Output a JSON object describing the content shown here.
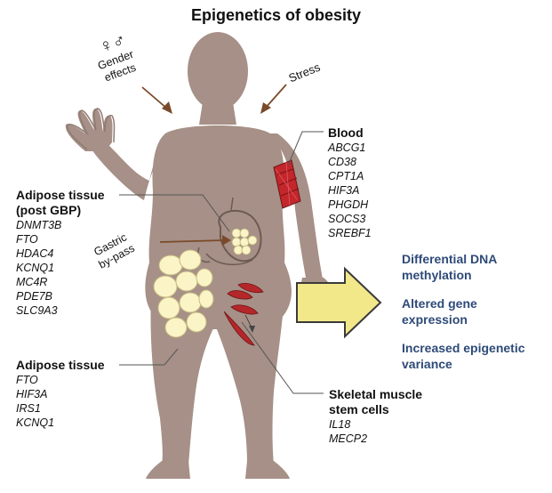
{
  "title": "Epigenetics of obesity",
  "gender_symbol": "♀♂",
  "gender_label": [
    "Gender",
    "effects"
  ],
  "stress_label": "Stress",
  "gastric_label": [
    "Gastric",
    "by-pass"
  ],
  "blood": {
    "header": "Blood",
    "genes": [
      "ABCG1",
      "CD38",
      "CPT1A",
      "HIF3A",
      "PHGDH",
      "SOCS3",
      "SREBF1"
    ]
  },
  "adipose_post_gbp": {
    "header": [
      "Adipose tissue",
      "(post GBP)"
    ],
    "genes": [
      "DNMT3B",
      "FTO",
      "HDAC4",
      "KCNQ1",
      "MC4R",
      "PDE7B",
      "SLC9A3"
    ]
  },
  "adipose": {
    "header": "Adipose tissue",
    "genes": [
      "FTO",
      "HIF3A",
      "IRS1",
      "KCNQ1"
    ]
  },
  "muscle": {
    "header": [
      "Skeletal muscle",
      "stem cells"
    ],
    "genes": [
      "IL18",
      "MECP2"
    ]
  },
  "effects": [
    [
      "Differential DNA",
      "methylation"
    ],
    [
      "Altered gene",
      "expression"
    ],
    [
      "Increased epigenetic",
      "variance"
    ]
  ],
  "colors": {
    "body": "#a69087",
    "fat": "#fbf4c6",
    "muscle": "#b5272a",
    "arrow": "#f2e88a",
    "effect_text": "#2e4a78",
    "pointer": "#7a4a2a"
  }
}
